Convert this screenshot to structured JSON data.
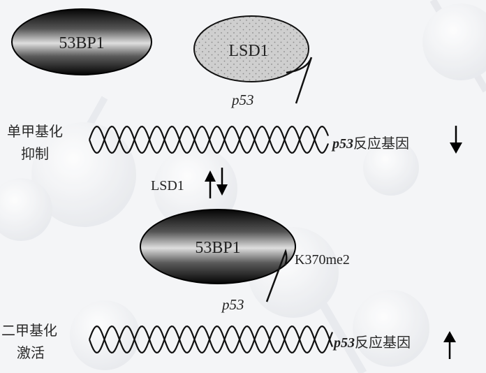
{
  "proteins": {
    "top_53bp1": "53BP1",
    "lsd1": "LSD1",
    "bottom_53bp1": "53BP1"
  },
  "labels": {
    "p53_top": "p53",
    "p53_bottom": "p53",
    "lsd1_side": "LSD1",
    "k370me2": "K370me2"
  },
  "rows": {
    "mono": {
      "title_line1": "单甲基化",
      "title_line2": "抑制",
      "gene_italic": "p53",
      "gene_rest": "反应基因"
    },
    "di": {
      "title_line1": "二甲基化",
      "title_line2": "激活",
      "gene_italic": "p53",
      "gene_rest": "反应基因"
    }
  },
  "icons": {
    "mono_effect": "arrow-down-icon",
    "di_effect": "arrow-up-icon",
    "lsd1_toggle": "up-down-arrows-icon"
  },
  "colors": {
    "ink": "#111111",
    "lsd1_fill": "#cfcfcf",
    "background": "#f4f5f7"
  }
}
